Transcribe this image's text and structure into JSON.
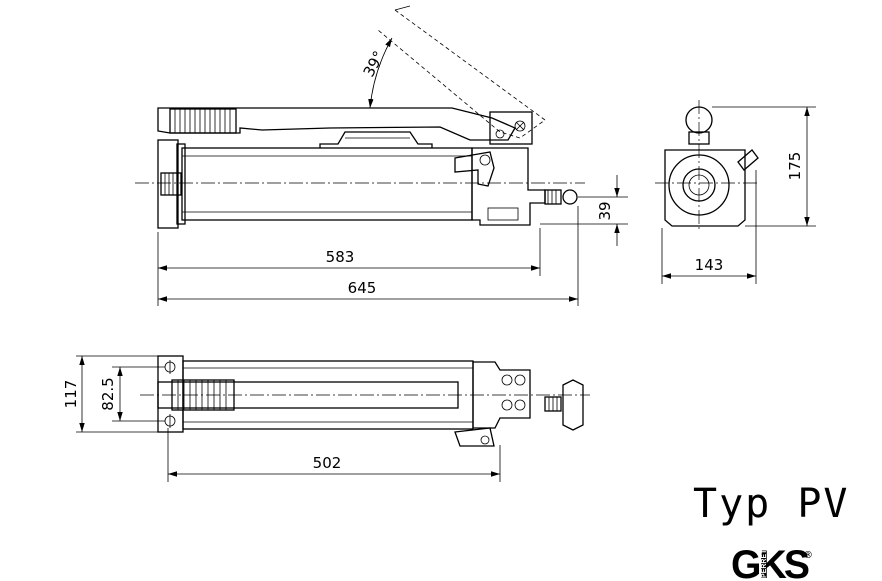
{
  "drawing": {
    "angle_label": "39°",
    "side_view": {
      "length_583": "583",
      "length_645": "645",
      "height_39": "39"
    },
    "end_view": {
      "height_175": "175",
      "width_143": "143"
    },
    "top_view": {
      "width_117": "117",
      "spacing_82_5": "82.5",
      "length_502": "502"
    }
  },
  "title": "Typ PV",
  "logo": {
    "text": "GKS",
    "small_text": "PERRET",
    "mark": "®"
  }
}
